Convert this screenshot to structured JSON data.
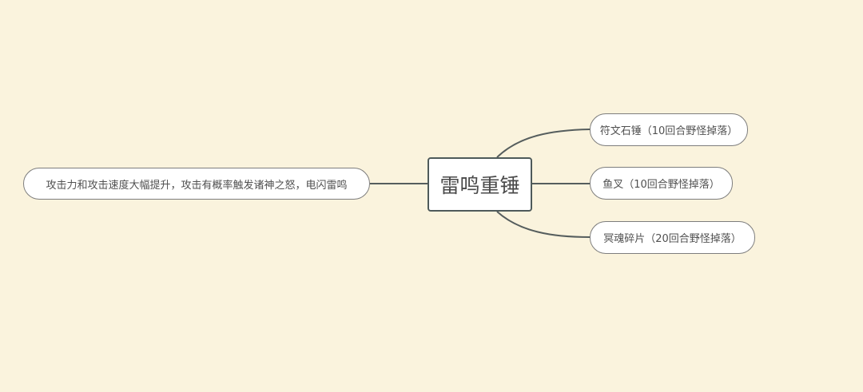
{
  "mindmap": {
    "central_topic": "雷鸣重锤",
    "left_branches": [
      {
        "label": "攻击力和攻击速度大幅提升，攻击有概率触发诸神之怒，电闪雷鸣"
      }
    ],
    "right_branches": [
      {
        "label": "符文石锤（10回合野怪掉落）"
      },
      {
        "label": "鱼叉（10回合野怪掉落）"
      },
      {
        "label": "冥魂碎片（20回合野怪掉落）"
      }
    ]
  },
  "colors": {
    "background": "#faf3dd",
    "node_fill": "#ffffff",
    "node_border": "#7d7d7d",
    "central_border": "#4e5a5a",
    "connector": "#555d5d",
    "text": "#505050"
  }
}
